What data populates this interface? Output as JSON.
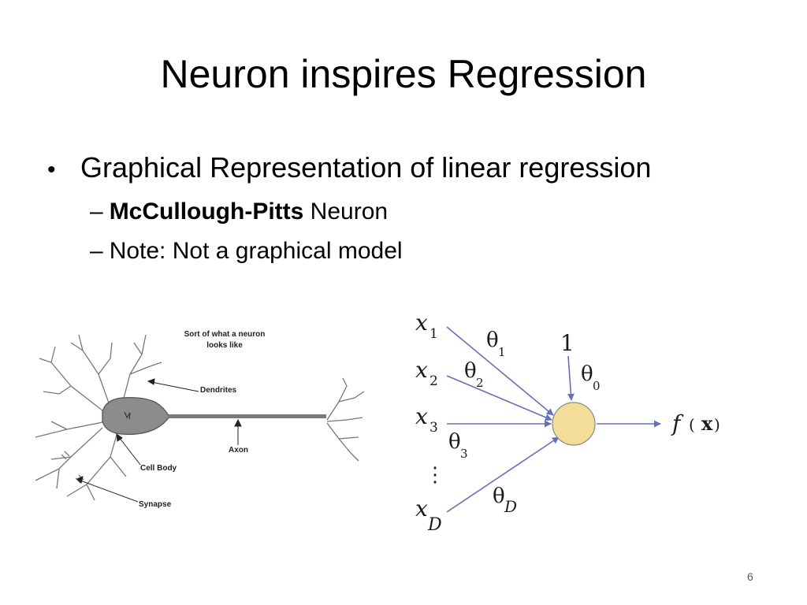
{
  "slide": {
    "title": "Neuron inspires Regression",
    "bullet": "Graphical Representation of linear regression",
    "sub_bullets": [
      {
        "bold": "McCullough-Pitts",
        "text": " Neuron"
      },
      {
        "bold": "",
        "text": "Note: Not a graphical model"
      }
    ],
    "page_number": "6"
  },
  "neuron_sketch": {
    "caption_line1": "Sort of what a neuron",
    "caption_line2": "looks like",
    "labels": {
      "dendrites": "Dendrites",
      "axon": "Axon",
      "cell_body": "Cell Body",
      "synapse": "Synapse"
    }
  },
  "regression_model": {
    "inputs": [
      {
        "var": "x",
        "sub": "1",
        "weight": "θ",
        "weight_sub": "1"
      },
      {
        "var": "x",
        "sub": "2",
        "weight": "θ",
        "weight_sub": "2"
      },
      {
        "var": "x",
        "sub": "3",
        "weight": "θ",
        "weight_sub": "3"
      },
      {
        "var": "x",
        "sub": "D",
        "weight": "θ",
        "weight_sub": "D"
      }
    ],
    "ellipsis": "⋮",
    "bias_input": "1",
    "bias_weight": "θ",
    "bias_weight_sub": "0",
    "output_f": "f",
    "output_open": "(",
    "output_x": "x",
    "output_close": ")",
    "node_color": "#f4dd98",
    "arrow_color": "#6670b6"
  }
}
